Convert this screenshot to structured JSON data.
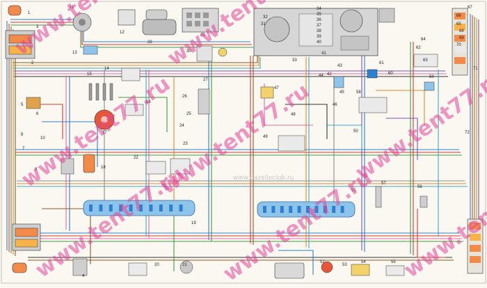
{
  "watermarks": {
    "main": "www.tent77.ru",
    "faint": "www.gazelleclub.ru"
  },
  "component_numbers": [
    "1",
    "2",
    "3",
    "4",
    "5",
    "6",
    "7",
    "8",
    "9",
    "10",
    "11",
    "12",
    "13",
    "14",
    "15",
    "16",
    "17",
    "18",
    "19",
    "20",
    "21",
    "22",
    "23",
    "24",
    "25",
    "26",
    "27",
    "28",
    "29",
    "30",
    "31",
    "32",
    "33",
    "34",
    "35",
    "36",
    "37",
    "38",
    "39",
    "40",
    "41",
    "42",
    "43",
    "44",
    "45",
    "46",
    "47",
    "48",
    "49",
    "50",
    "51",
    "52",
    "53",
    "54",
    "55",
    "56",
    "57",
    "58",
    "59",
    "60",
    "61",
    "62",
    "63",
    "64",
    "65",
    "66",
    "67",
    "68",
    "69",
    "70",
    "71",
    "72"
  ],
  "wire_colors": {
    "blue": "#2f7fd0",
    "cyan": "#3aa8c8",
    "red": "#d63a2e",
    "green": "#3f9a44",
    "brown": "#8a5a2b",
    "orange": "#e08a2a",
    "pink": "#e06aa8",
    "black": "#333333",
    "gray": "#8a8a8a",
    "violet": "#7a54b0"
  },
  "connector_color": "#8fc4ea",
  "lamp_color": "#f28a4a",
  "panel_color": "#d6d6d6"
}
